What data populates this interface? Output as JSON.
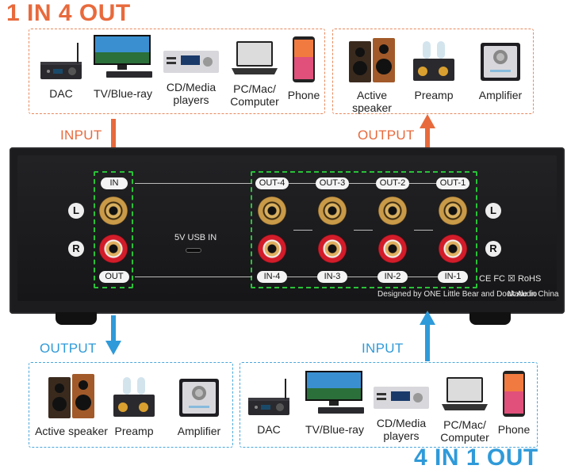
{
  "titles": {
    "top": "1 IN 4 OUT",
    "bottom": "4 IN 1 OUT"
  },
  "top_sources": [
    {
      "label": "DAC",
      "icon": "dac-icon"
    },
    {
      "label": "TV/Blue-ray",
      "icon": "tv-icon"
    },
    {
      "label": "CD/Media\nplayers",
      "icon": "cd-player-icon"
    },
    {
      "label": "PC/Mac/\nComputer",
      "icon": "laptop-icon"
    },
    {
      "label": "Phone",
      "icon": "phone-icon"
    }
  ],
  "top_outputs": [
    {
      "label": "Active speaker",
      "icon": "speaker-icon"
    },
    {
      "label": "Preamp",
      "icon": "preamp-icon"
    },
    {
      "label": "Amplifier",
      "icon": "amplifier-icon"
    }
  ],
  "bottom_outputs": [
    {
      "label": "Active speaker",
      "icon": "speaker-icon"
    },
    {
      "label": "Preamp",
      "icon": "preamp-icon"
    },
    {
      "label": "Amplifier",
      "icon": "amplifier-icon"
    }
  ],
  "bottom_sources": [
    {
      "label": "DAC",
      "icon": "dac-icon"
    },
    {
      "label": "TV/Blue-ray",
      "icon": "tv-icon"
    },
    {
      "label": "CD/Media\nplayers",
      "icon": "cd-player-icon"
    },
    {
      "label": "PC/Mac/\nComputer",
      "icon": "laptop-icon"
    },
    {
      "label": "Phone",
      "icon": "phone-icon"
    }
  ],
  "flow": {
    "top_input": "INPUT",
    "top_output": "OUTPUT",
    "bottom_output": "OUTPUT",
    "bottom_input": "INPUT"
  },
  "panel": {
    "in_label": "IN",
    "out_label": "OUT",
    "left_marker": "L",
    "right_marker": "R",
    "usb_label": "5V USB IN",
    "out_jacks": [
      "OUT-4",
      "OUT-3",
      "OUT-2",
      "OUT-1"
    ],
    "in_jacks": [
      "IN-4",
      "IN-3",
      "IN-2",
      "IN-1"
    ],
    "certifications": "CE FC ☒ RoHS",
    "designed_by": "Designed by ONE Little Bear and Douk Audio",
    "made_in": "Made in China"
  },
  "colors": {
    "orange": "#e86a3c",
    "blue": "#2f9ad9",
    "green": "#29c238",
    "chassis": "#1c1c1e"
  }
}
